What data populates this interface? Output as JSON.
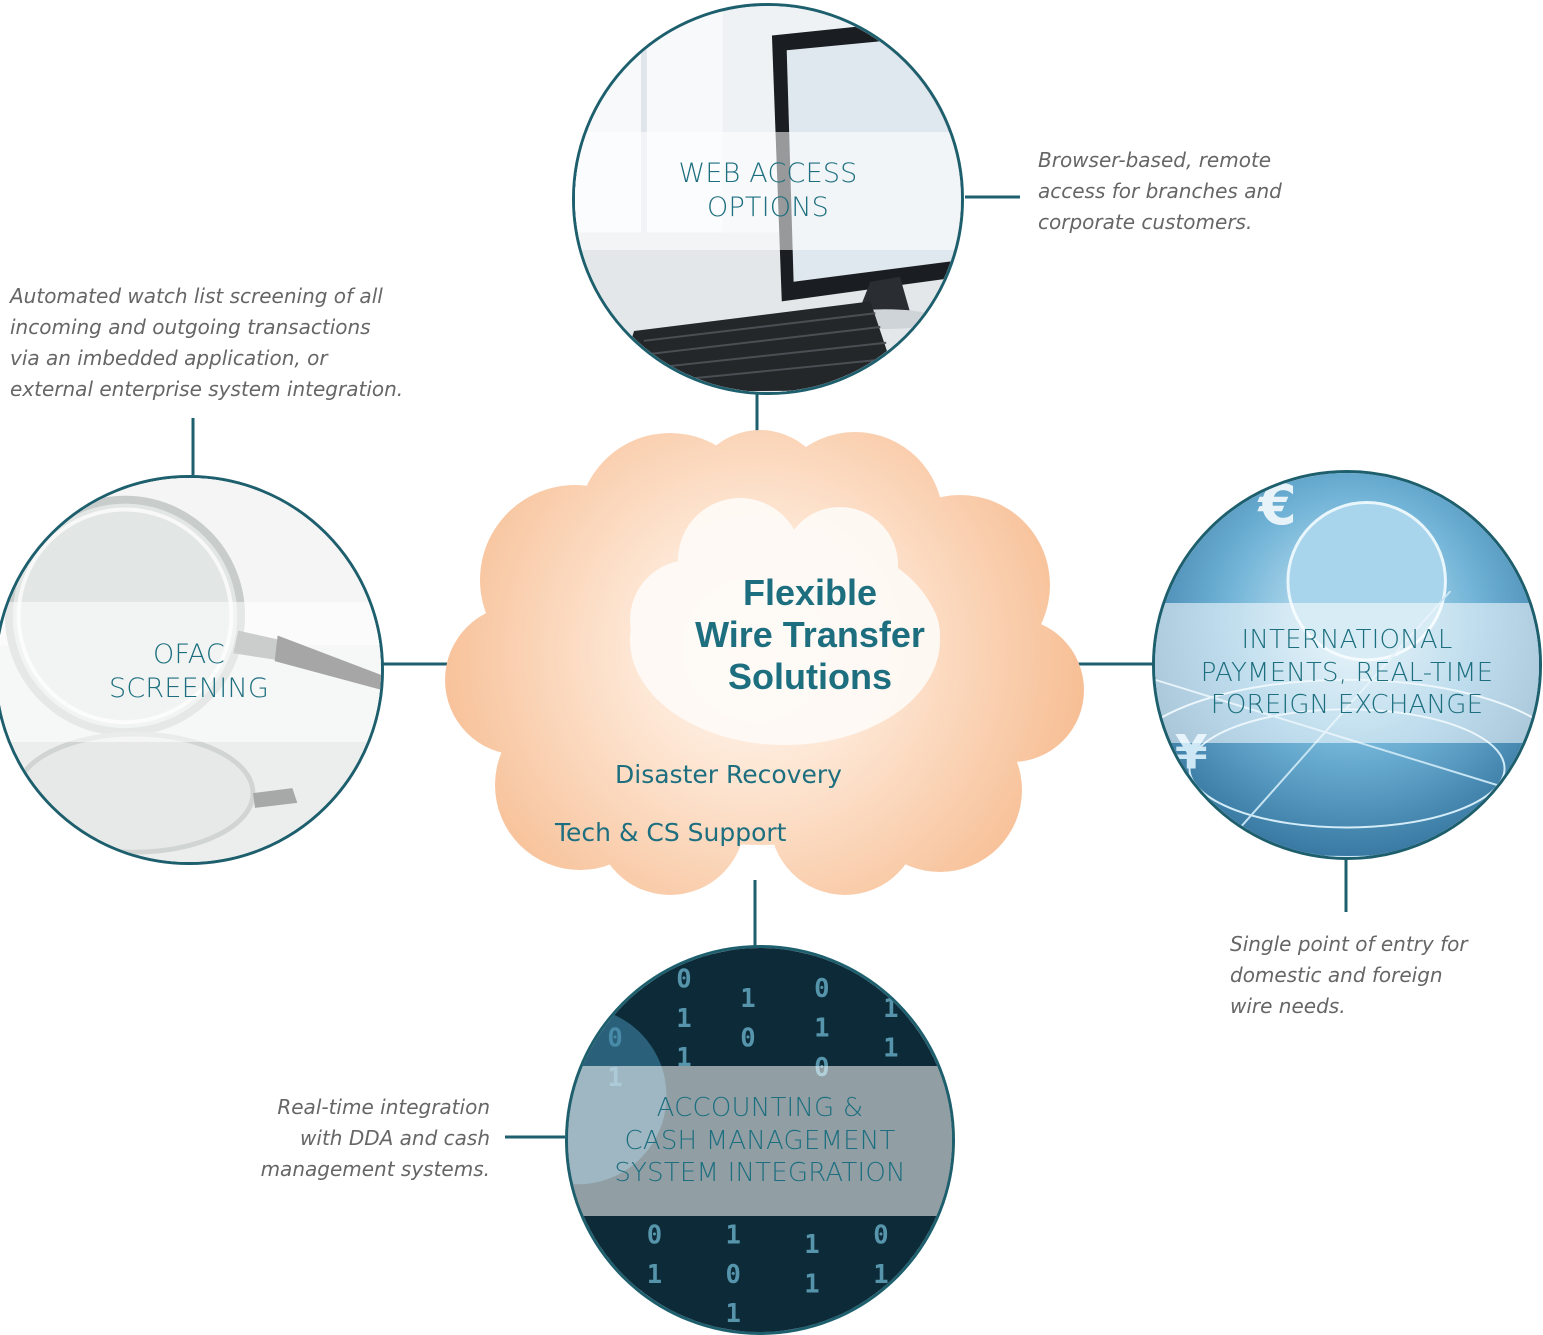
{
  "hub": {
    "title_lines": [
      "Flexible",
      "Wire Transfer",
      "Solutions"
    ],
    "items": [
      "Disaster Recovery",
      "Tech & CS Support"
    ],
    "colors": {
      "cloud_outer": "#f6b98c",
      "cloud_inner": "#fff8f2",
      "accent": "#1d6f7f",
      "connector": "#1e5f6e"
    }
  },
  "features": [
    {
      "id": "web",
      "label_lines": [
        "WEB ACCESS",
        "OPTIONS"
      ],
      "description_lines": [
        "Browser-based, remote",
        "access for branches and",
        "corporate customers."
      ],
      "image": "computer-monitor-keyboard"
    },
    {
      "id": "ofac",
      "label_lines": [
        "OFAC",
        "SCREENING"
      ],
      "description_lines": [
        "Automated watch list screening of all",
        "incoming and outgoing transactions",
        "via an imbedded application, or",
        "external enterprise system integration."
      ],
      "image": "magnifying-glass"
    },
    {
      "id": "intl",
      "label_lines": [
        "INTERNATIONAL",
        "PAYMENTS, REAL-TIME",
        "FOREIGN EXCHANGE"
      ],
      "description_lines": [
        "Single point of entry for",
        "domestic and foreign",
        "wire needs."
      ],
      "image": "globe-currency"
    },
    {
      "id": "acct",
      "label_lines": [
        "ACCOUNTING &",
        "CASH MANAGEMENT",
        "SYSTEM INTEGRATION"
      ],
      "description_lines": [
        "Real-time integration",
        "with DDA and cash",
        "management systems."
      ],
      "image": "binary-code-globe"
    }
  ]
}
